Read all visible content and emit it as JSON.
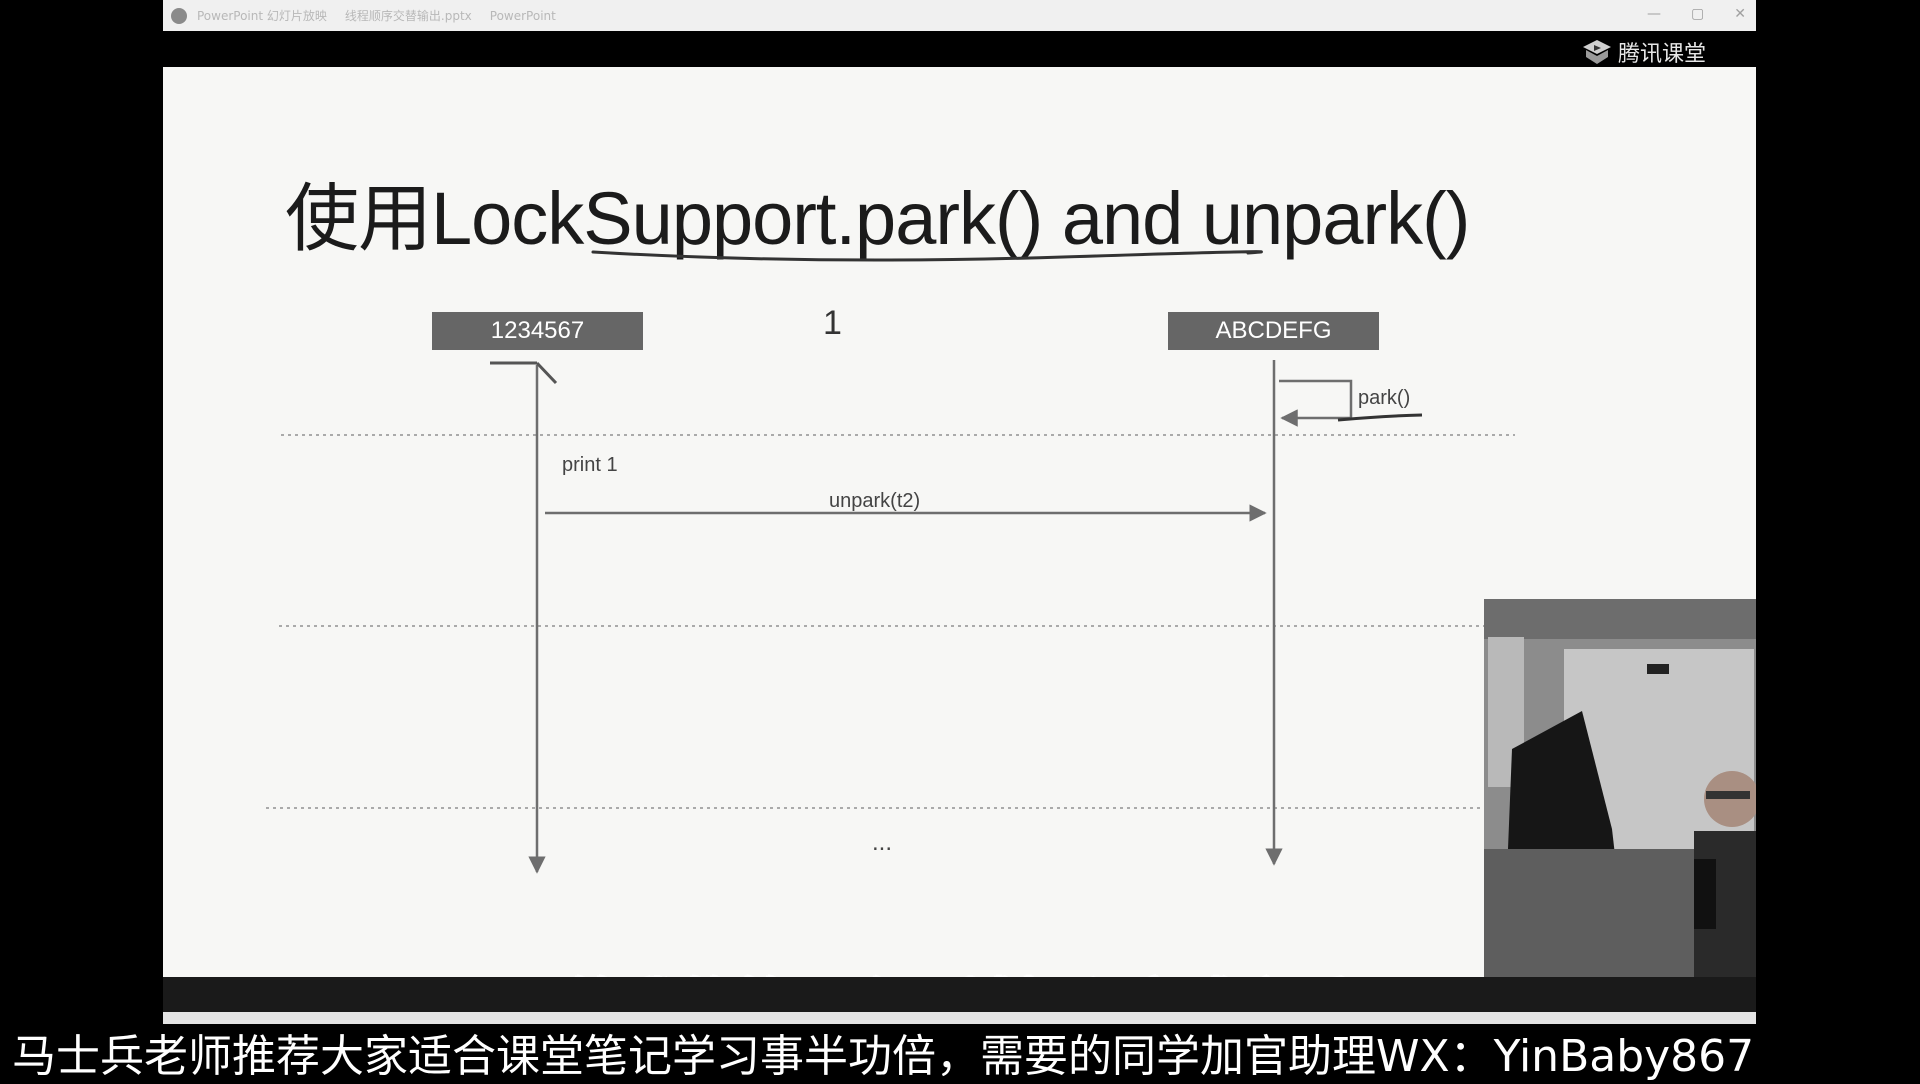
{
  "window": {
    "title_app": "PowerPoint 幻灯片放映",
    "title_file": "线程顺序交替输出.pptx",
    "title_suffix": "PowerPoint",
    "controls": [
      "—",
      "▢",
      "✕"
    ]
  },
  "brand": {
    "name": "腾讯课堂"
  },
  "slide": {
    "title": "使用LockSupport.park() and unpark()",
    "thread1_label": "1234567",
    "thread2_label": "ABCDEFG",
    "top_note": "1",
    "park_label": "park()",
    "print_label": "print 1",
    "unpark_label": "unpark(t2)",
    "ellipsis": "..."
  },
  "subtitle": "等我的第一个县城打印完成之后",
  "banner": "马士兵老师推荐大家适合课堂笔记学习事半功倍，需要的同学加官助理WX：YinBaby867",
  "colors": {
    "slide_bg": "#f7f7f5",
    "box_fill": "#666666",
    "line": "#6e6e6e"
  }
}
